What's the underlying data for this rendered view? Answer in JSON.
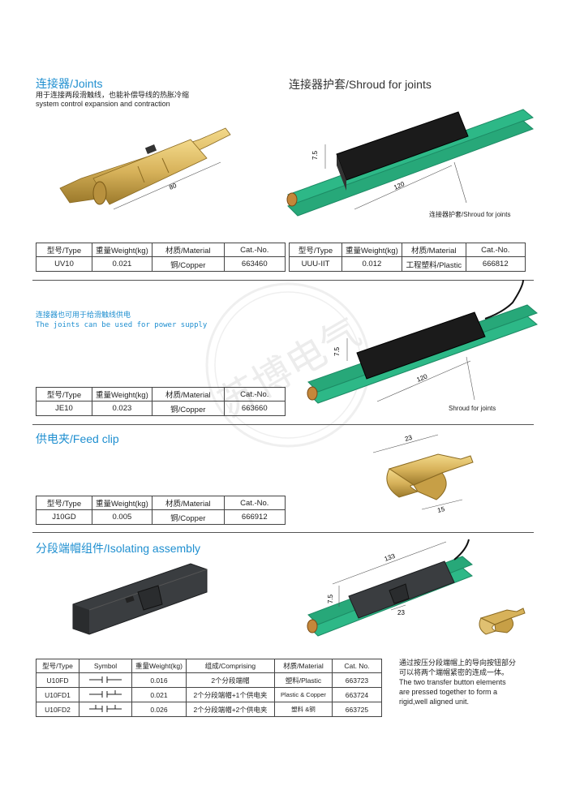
{
  "joints": {
    "title": "连接器/Joints",
    "desc_line1": "用于连接两段滑触线，也能补偿导线的热胀冷缩",
    "desc_line2": "system control expansion and contraction",
    "dim_length": "80",
    "table": {
      "headers": [
        "型号/Type",
        "重量Weight(kg)",
        "材质/Material",
        "Cat.-No."
      ],
      "row": [
        "UV10",
        "0.021",
        "铜/Copper",
        "663460"
      ]
    }
  },
  "shroud": {
    "title": "连接器护套/Shroud for joints",
    "dim_height": "7.5",
    "dim_length": "120",
    "callout": "连接器护套/Shroud for joints",
    "table": {
      "headers": [
        "型号/Type",
        "重量Weight(kg)",
        "材质/Material",
        "Cat.-No."
      ],
      "row": [
        "UUU-IIT",
        "0.012",
        "工程塑料/Plastic",
        "666812"
      ]
    }
  },
  "power_joints": {
    "desc_line1": "连接器也可用于给滑触线供电",
    "desc_line2": "The joints can be used for power supply",
    "dim_height": "7.5",
    "dim_length": "120",
    "callout": "Shroud for joints",
    "table": {
      "headers": [
        "型号/Type",
        "重量Weight(kg)",
        "材质/Material",
        "Cat.-No."
      ],
      "row": [
        "JE10",
        "0.023",
        "铜/Copper",
        "663660"
      ]
    }
  },
  "feed_clip": {
    "title": "供电夹/Feed clip",
    "dim_width": "23",
    "dim_depth": "15",
    "table": {
      "headers": [
        "型号/Type",
        "重量Weight(kg)",
        "材质/Material",
        "Cat.-No."
      ],
      "row": [
        "J10GD",
        "0.005",
        "铜/Copper",
        "666912"
      ]
    }
  },
  "isolating": {
    "title": "分段端帽组件/Isolating assembly",
    "dim_length": "133",
    "dim_height": "7.5",
    "dim_gap": "23",
    "table": {
      "headers": [
        "型号/Type",
        "Symbol",
        "重量Weight(kg)",
        "组成/Comprising",
        "材质/Material",
        "Cat. No."
      ],
      "rows": [
        [
          "U10FD",
          "",
          "0.016",
          "2个分段端帽",
          "塑料/Plastic",
          "663723"
        ],
        [
          "U10FD1",
          "",
          "0.021",
          "2个分段端帽+1个供电夹",
          "Plastic & Copper",
          "663724"
        ],
        [
          "U10FD2",
          "",
          "0.026",
          "2个分段端帽+2个供电夹",
          "塑料 &铜",
          "663725"
        ]
      ]
    },
    "note_line1": "通过按压分段端帽上的导向按钮部分",
    "note_line2": "可以将两个端帽紧密的连成一体。",
    "note_line3": "The two transfer button elements",
    "note_line4": "are pressed together to form a",
    "note_line5": "rigid,well aligned unit."
  },
  "watermark": "苏博电气",
  "colors": {
    "accent": "#1f8fd0",
    "rail_green": "#2db887",
    "brass": "#d7b25a",
    "black_shroud": "#1b1b1b",
    "copper_core": "#c4873a"
  }
}
